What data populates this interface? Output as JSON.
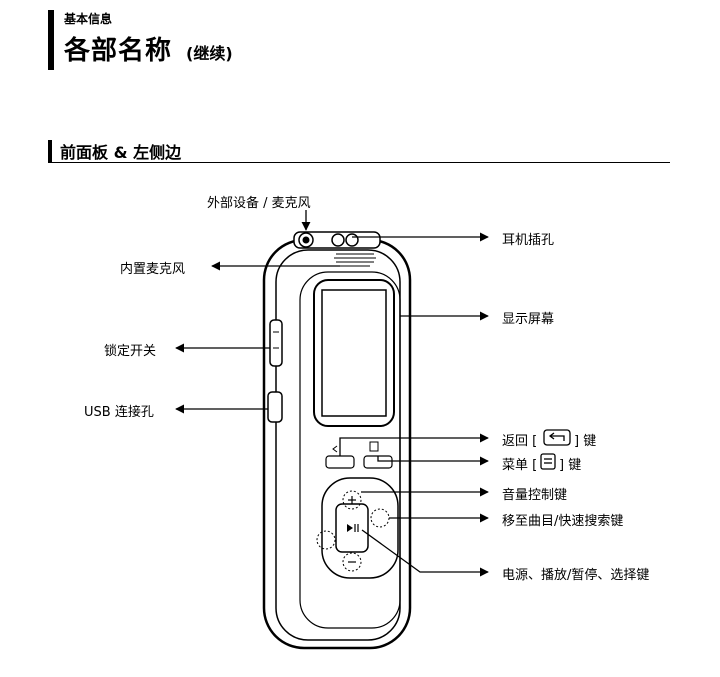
{
  "header": {
    "category": "基本信息",
    "title": "各部名称",
    "subtitle": "(继续)"
  },
  "section": {
    "title": "前面板 & 左侧边"
  },
  "callouts": {
    "external_device_mic": "外部设备 / 麦克风",
    "earphone_jack": "耳机插孔",
    "internal_mic": "内置麦克风",
    "display": "显示屏幕",
    "lock_switch": "锁定开关",
    "usb_port": "USB 连接孔",
    "back_key": "返回 [",
    "back_key_suffix": "] 键",
    "menu_key": "菜单 [",
    "menu_key_suffix": "] 键",
    "volume_key": "音量控制键",
    "skip_search_key": "移至曲目/快速搜索键",
    "power_play_select_key": "电源、播放/暂停、选择键"
  }
}
